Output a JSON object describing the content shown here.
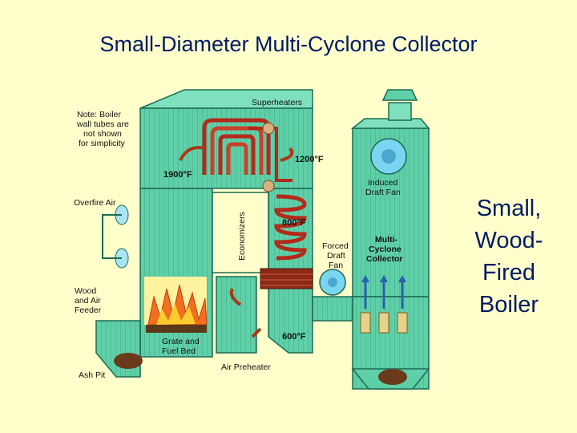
{
  "title": "Small-Diameter Multi-Cyclone Collector",
  "side_caption": [
    "Small,",
    "Wood-",
    "Fired",
    "Boiler"
  ],
  "diagram": {
    "note": [
      "Note:  Boiler",
      "wall tubes are",
      "not shown",
      "for simplicity"
    ],
    "labels": {
      "superheaters": "Superheaters",
      "temp_1200": "1200°F",
      "temp_1900": "1900°F",
      "temp_800": "800°F",
      "temp_600": "600°F",
      "overfire_air": "Overfire Air",
      "economizers": "Economizers",
      "induced_draft_fan": [
        "Induced",
        "Draft Fan"
      ],
      "forced_draft_fan": [
        "Forced",
        "Draft",
        "Fan"
      ],
      "multi_cyclone": [
        "Multi-",
        "Cyclone",
        "Collector"
      ],
      "wood_air_feeder": [
        "Wood",
        "and Air",
        "Feeder"
      ],
      "grate_fuel_bed": [
        "Grate and",
        "Fuel Bed"
      ],
      "air_preheater": "Air Preheater",
      "ash_pit": "Ash Pit"
    }
  },
  "colors": {
    "background": "#ffffcc",
    "boiler_green": "#5fcfa8",
    "boiler_dark": "#2e8f6f",
    "tube_red": "#b32a1a",
    "title_blue": "#001a66"
  }
}
